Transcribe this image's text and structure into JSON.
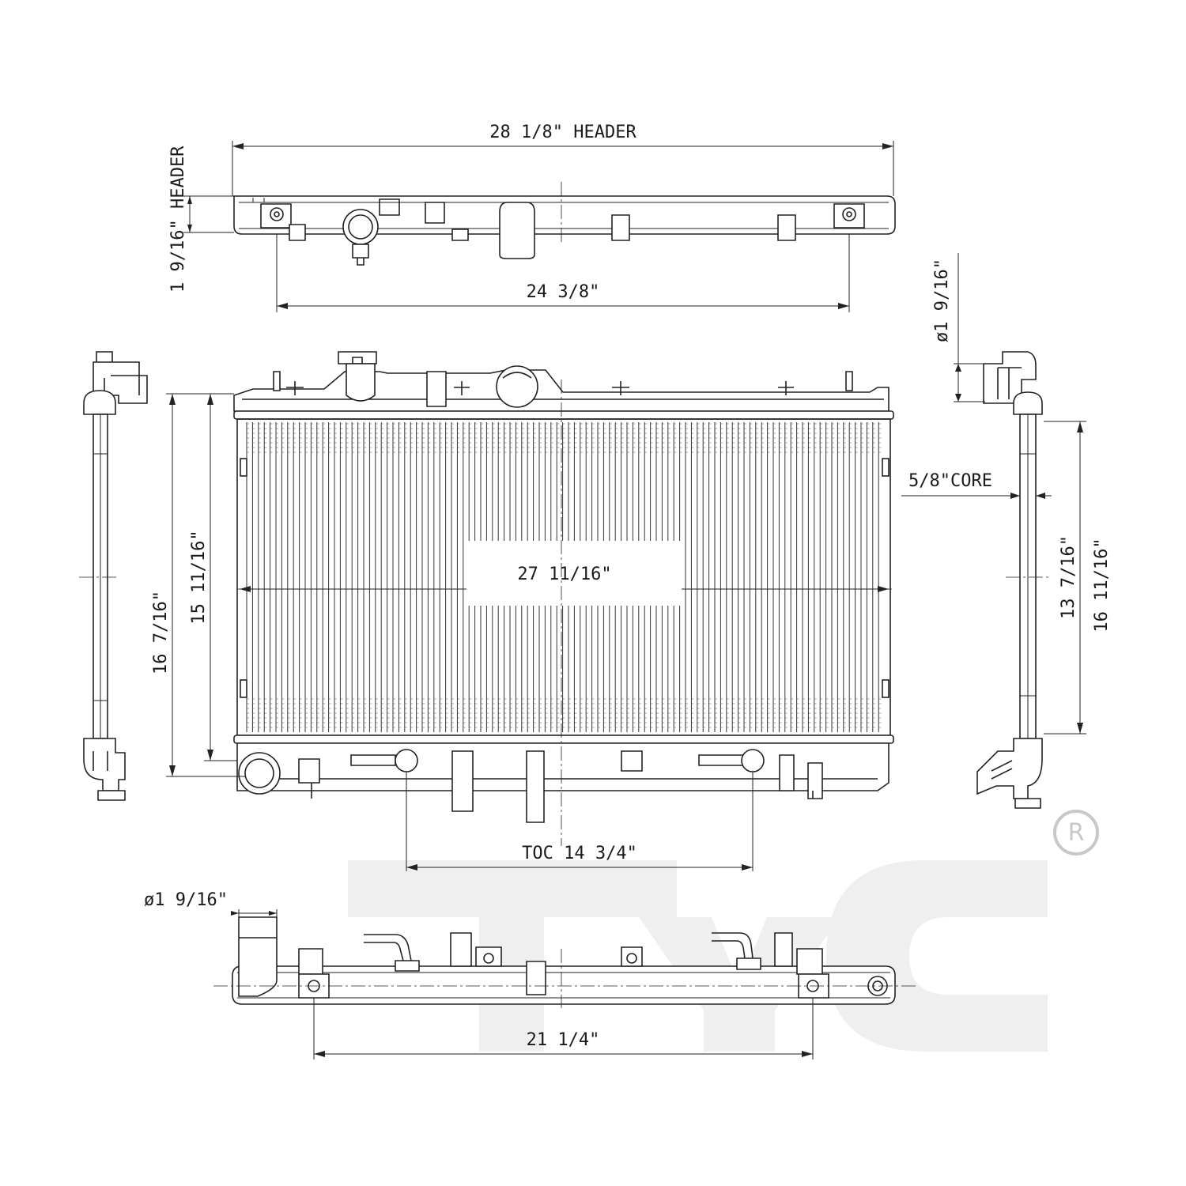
{
  "dimensions": {
    "header_width": "28 1/8\" HEADER",
    "header_height": "1 9/16\" HEADER",
    "top_mount_span": "24 3/8\"",
    "top_outlet_diameter": "ø1 9/16\"",
    "core_width": "27 11/16\"",
    "overall_height": "16 7/16\"",
    "core_height": "15 11/16\"",
    "core_thickness": "5/8\"CORE",
    "side_core_height": "13 7/16\"",
    "side_overall_height": "16 11/16\"",
    "toc": "TOC 14 3/4\"",
    "bottom_inlet_diameter": "ø1 9/16\"",
    "bottom_mount_span": "21 1/4\""
  },
  "watermark": {
    "brand": "TYC",
    "registered_mark": "R"
  },
  "colors": {
    "line": "#222222",
    "watermark": "#efefef"
  }
}
